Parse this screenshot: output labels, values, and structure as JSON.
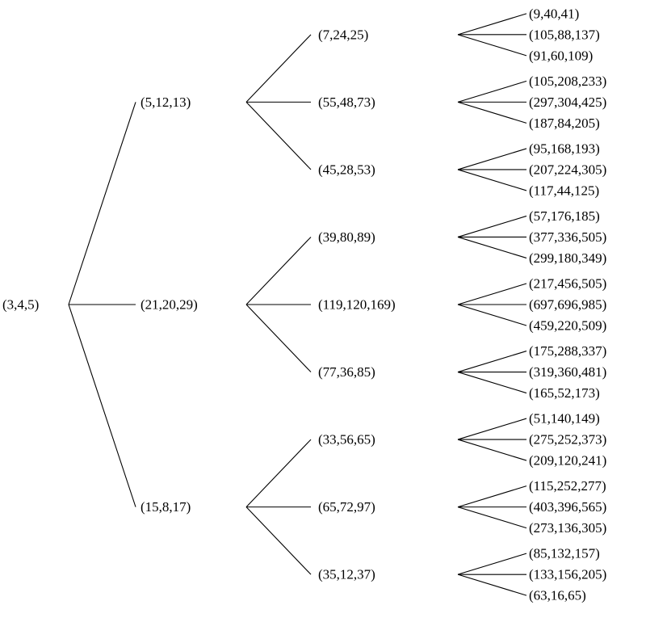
{
  "tree": {
    "label": "(3,4,5)",
    "children": [
      {
        "label": "(5,12,13)",
        "children": [
          {
            "label": "(7,24,25)",
            "children": [
              {
                "label": "(9,40,41)"
              },
              {
                "label": "(105,88,137)"
              },
              {
                "label": "(91,60,109)"
              }
            ]
          },
          {
            "label": "(55,48,73)",
            "children": [
              {
                "label": "(105,208,233)"
              },
              {
                "label": "(297,304,425)"
              },
              {
                "label": "(187,84,205)"
              }
            ]
          },
          {
            "label": "(45,28,53)",
            "children": [
              {
                "label": "(95,168,193)"
              },
              {
                "label": "(207,224,305)"
              },
              {
                "label": "(117,44,125)"
              }
            ]
          }
        ]
      },
      {
        "label": "(21,20,29)",
        "children": [
          {
            "label": "(39,80,89)",
            "children": [
              {
                "label": "(57,176,185)"
              },
              {
                "label": "(377,336,505)"
              },
              {
                "label": "(299,180,349)"
              }
            ]
          },
          {
            "label": "(119,120,169)",
            "children": [
              {
                "label": "(217,456,505)"
              },
              {
                "label": "(697,696,985)"
              },
              {
                "label": "(459,220,509)"
              }
            ]
          },
          {
            "label": "(77,36,85)",
            "children": [
              {
                "label": "(175,288,337)"
              },
              {
                "label": "(319,360,481)"
              },
              {
                "label": "(165,52,173)"
              }
            ]
          }
        ]
      },
      {
        "label": "(15,8,17)",
        "children": [
          {
            "label": "(33,56,65)",
            "children": [
              {
                "label": "(51,140,149)"
              },
              {
                "label": "(275,252,373)"
              },
              {
                "label": "(209,120,241)"
              }
            ]
          },
          {
            "label": "(65,72,97)",
            "children": [
              {
                "label": "(115,252,277)"
              },
              {
                "label": "(403,396,565)"
              },
              {
                "label": "(273,136,305)"
              }
            ]
          },
          {
            "label": "(35,12,37)",
            "children": [
              {
                "label": "(85,132,157)"
              },
              {
                "label": "(133,156,205)"
              },
              {
                "label": "(63,16,65)"
              }
            ]
          }
        ]
      }
    ]
  }
}
